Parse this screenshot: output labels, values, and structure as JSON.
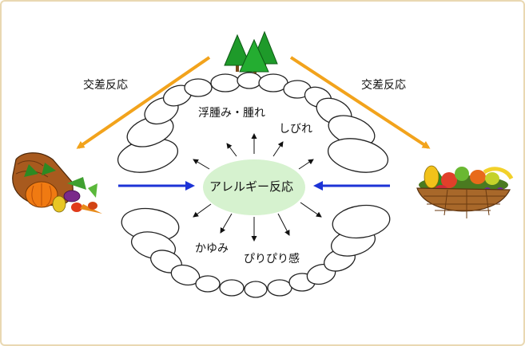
{
  "diagram": {
    "center_label": "アレルギー反応",
    "cross_reaction_left": "交差反応",
    "cross_reaction_right": "交差反応",
    "symptoms": {
      "swelling": "浮腫み・腫れ",
      "numbness": "しびれ",
      "itching": "かゆみ",
      "tingling": "ぴりぴり感"
    },
    "colors": {
      "center_fill": "#d6f2cf",
      "cross_arrow": "#f2a31c",
      "allergen_arrow": "#1c33d6",
      "tree": "#1e9a2a",
      "tooth_outline": "#222222"
    }
  }
}
